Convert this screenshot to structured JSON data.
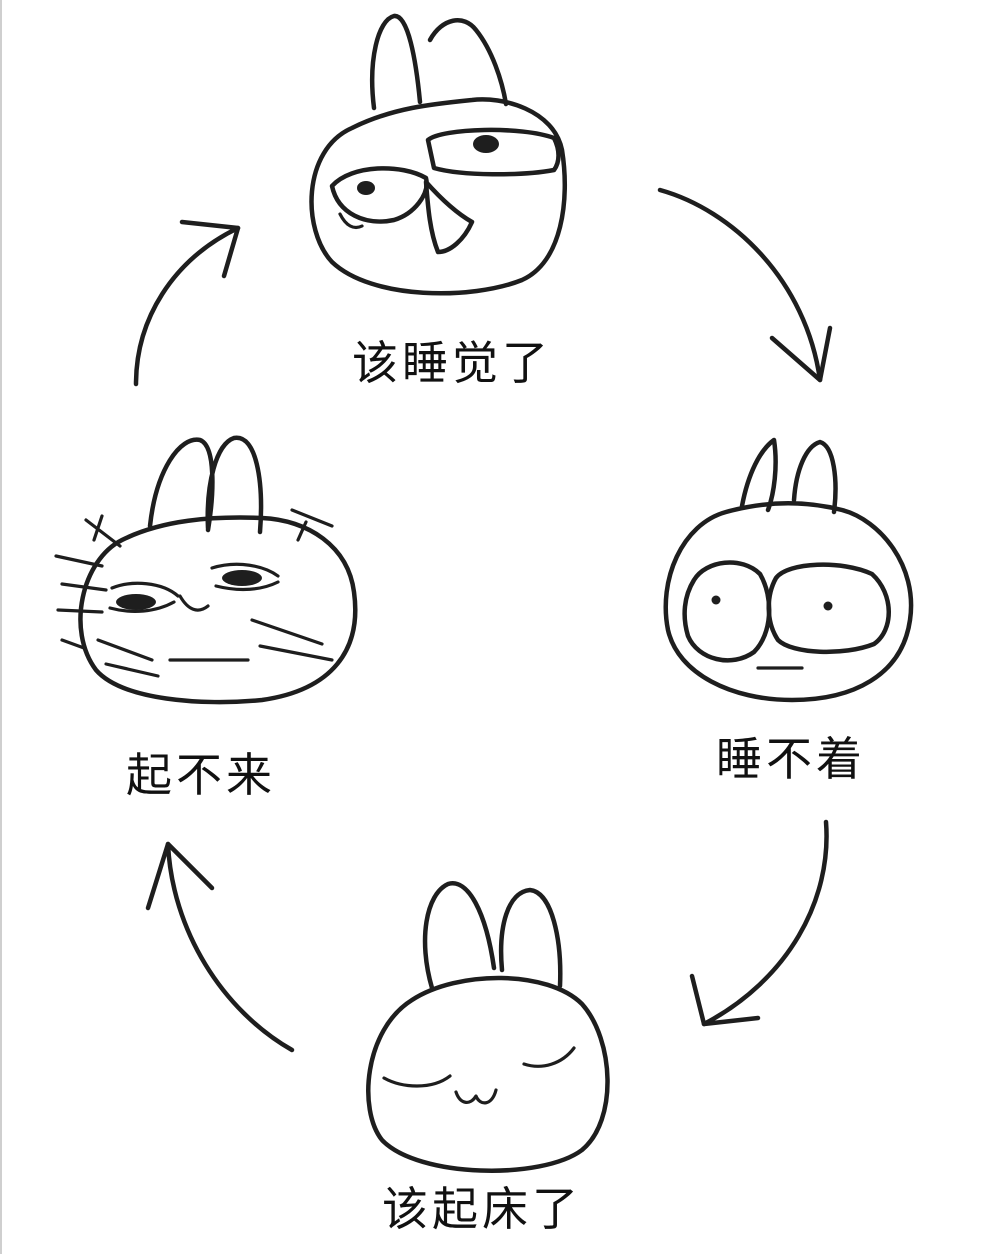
{
  "cycle": {
    "stage_top": "该睡觉了",
    "stage_right": "睡不着",
    "stage_bottom": "该起床了",
    "stage_left": "起不来"
  },
  "colors": {
    "ink": "#1e1e1e",
    "background": "#ffffff"
  },
  "icons": [
    "sleepy-rabbit-icon",
    "wide-eyed-rabbit-icon",
    "peaceful-sleeping-rabbit-icon",
    "exhausted-rabbit-icon"
  ]
}
